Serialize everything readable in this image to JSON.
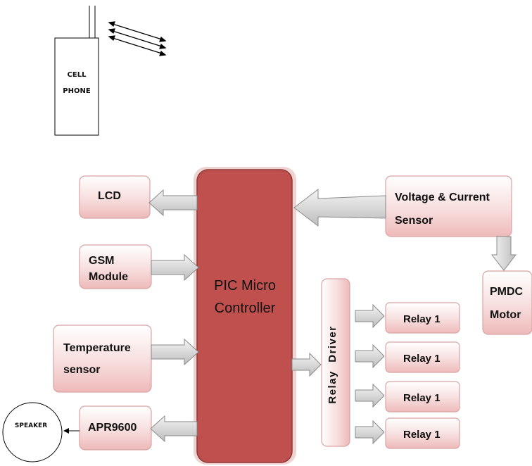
{
  "phone": {
    "label_line1": "CELL",
    "label_line2": "PHONE"
  },
  "mcu": {
    "line1": "PIC Micro",
    "line2": "Controller"
  },
  "lcd": {
    "label": "LCD"
  },
  "gsm": {
    "line1": "GSM",
    "line2": "Module"
  },
  "temperature": {
    "line1": "Temperature",
    "line2": "sensor"
  },
  "apr": {
    "label": "APR9600"
  },
  "speaker": {
    "label": "SPEAKER"
  },
  "voltage": {
    "line1": "Voltage & Current",
    "line2": "Sensor"
  },
  "motor": {
    "line1": "PMDC",
    "line2": "Motor"
  },
  "relay_driver": {
    "label": "Relay  Driver"
  },
  "relays": [
    {
      "label": "Relay 1"
    },
    {
      "label": "Relay 1"
    },
    {
      "label": "Relay 1"
    },
    {
      "label": "Relay 1"
    }
  ],
  "colors": {
    "box_top": "#ffffff",
    "box_bottom": "#f2c6c6",
    "box_border": "#d48a8a",
    "mcu_fill": "#c0504d",
    "arrow_fill": "#d9d9d9",
    "arrow_stroke": "#7f7f7f"
  }
}
